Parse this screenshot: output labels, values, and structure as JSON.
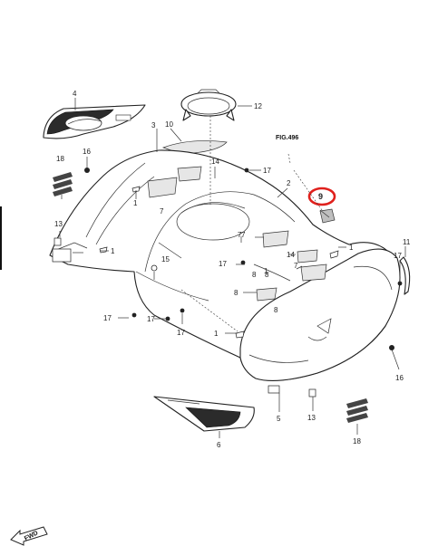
{
  "figure_label": "FIG.496",
  "fwd_label": "FWD",
  "callouts": {
    "c1a": "1",
    "c1b": "1",
    "c1c": "1",
    "c1d": "1",
    "c1e": "1",
    "c2": "2",
    "c3": "3",
    "c4": "4",
    "c5": "5",
    "c6": "6",
    "c7a": "7",
    "c7b": "7",
    "c7c": "7",
    "c7d": "7",
    "c8a": "8",
    "c8b": "8",
    "c8c": "8",
    "c8d": "8",
    "c9": "9",
    "c10": "10",
    "c11": "11",
    "c12": "12",
    "c13a": "13",
    "c13b": "13",
    "c14a": "14",
    "c14b": "14",
    "c15": "15",
    "c16a": "16",
    "c16b": "16",
    "c17a": "17",
    "c17b": "17",
    "c17c": "17",
    "c17d": "17",
    "c17e": "17",
    "c17f": "17",
    "c18a": "18",
    "c18b": "18"
  },
  "highlight_color": "#e0201c"
}
